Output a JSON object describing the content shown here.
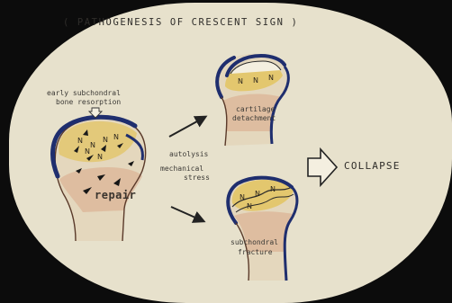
{
  "title": "( PATHOGENESIS  OF CRESCENT SIGN )",
  "labels": {
    "early_line1": "early subchondral",
    "early_line2": "bone resorption",
    "cartilage_line1": "cartilage",
    "cartilage_line2": "detachment",
    "autolysis": "autolysis",
    "mechanical_line1": "mechanical",
    "mechanical_line2": "stress",
    "repair": "repair",
    "subchondral_line1": "subchondral",
    "subchondral_line2": "fracture",
    "collapse": "COLLAPSE"
  },
  "necrosis_marker": "N",
  "colors": {
    "background": "#e7e1cc",
    "cartilage_outline": "#1f2e6e",
    "necrotic_fill": "#e3c76e",
    "reactive_fill": "#d9a788",
    "arrow": "#222222"
  }
}
